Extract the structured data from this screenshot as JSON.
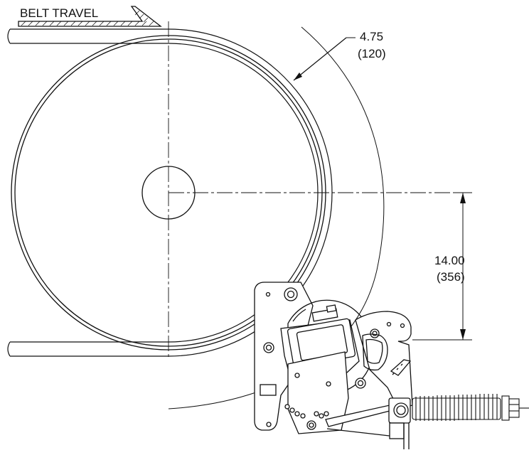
{
  "labels": {
    "belt_travel": "BELT TRAVEL",
    "radius_in": "4.75",
    "radius_mm": "(120)",
    "height_in": "14.00",
    "height_mm": "(356)"
  },
  "colors": {
    "line": "#111111",
    "background": "#ffffff"
  },
  "icons": {
    "direction_arrow": "belt-direction-arrow-icon",
    "brand_logo": "m-logo-icon"
  }
}
